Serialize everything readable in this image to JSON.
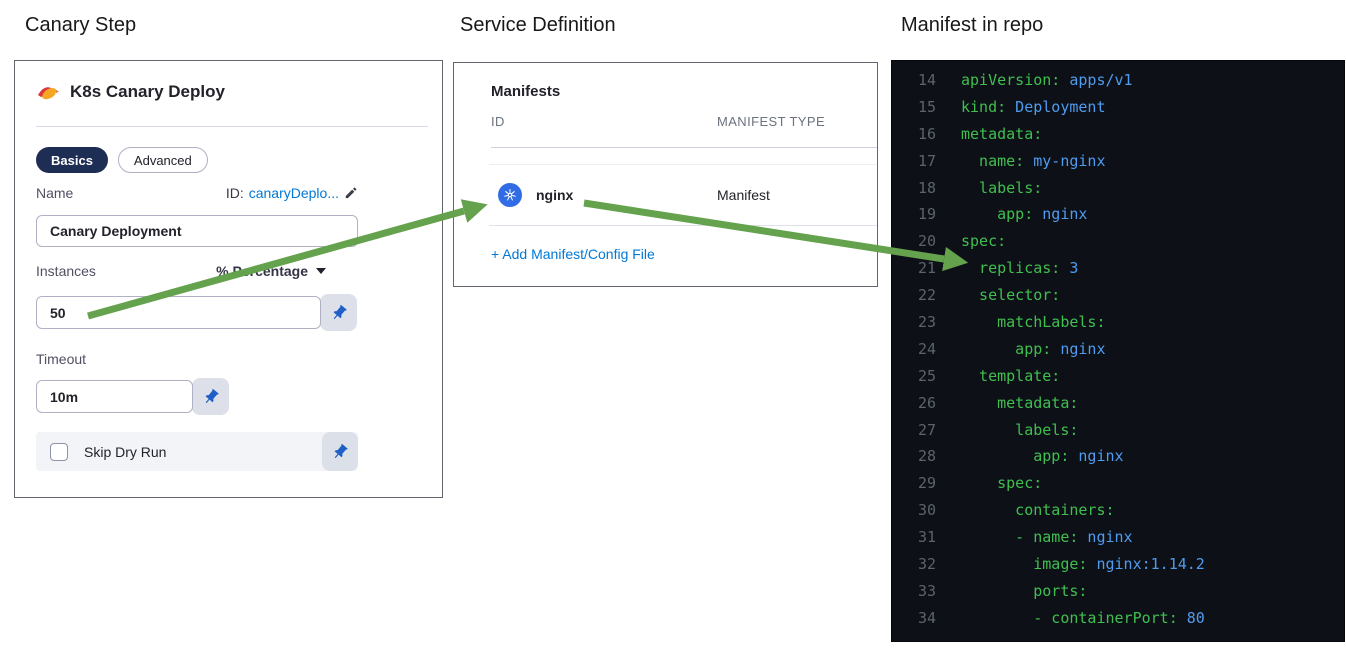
{
  "titles": {
    "canary_step": "Canary Step",
    "service_definition": "Service Definition",
    "manifest_in_repo": "Manifest in repo"
  },
  "canary_panel": {
    "heading": "K8s Canary Deploy",
    "icon": "canary-icon",
    "tabs": [
      {
        "label": "Basics",
        "active": true
      },
      {
        "label": "Advanced",
        "active": false
      }
    ],
    "name": {
      "label": "Name",
      "id_label": "ID:",
      "id_value": "canaryDeplo...",
      "value": "Canary Deployment"
    },
    "instances": {
      "label": "Instances",
      "unit": "% Percentage",
      "value": "50"
    },
    "timeout": {
      "label": "Timeout",
      "value": "10m"
    },
    "skip_dry_run": {
      "label": "Skip Dry Run",
      "checked": false
    }
  },
  "service_panel": {
    "heading": "Manifests",
    "columns": [
      "ID",
      "MANIFEST TYPE"
    ],
    "rows": [
      {
        "id": "nginx",
        "type": "Manifest",
        "icon": "kubernetes-icon"
      }
    ],
    "add_link": "+ Add Manifest/Config File"
  },
  "code_panel": {
    "language": "yaml",
    "lines": [
      {
        "n": 14,
        "c": "apiVersion: apps/v1"
      },
      {
        "n": 15,
        "c": "kind: Deployment"
      },
      {
        "n": 16,
        "c": "metadata:"
      },
      {
        "n": 17,
        "c": "  name: my-nginx"
      },
      {
        "n": 18,
        "c": "  labels:"
      },
      {
        "n": 19,
        "c": "    app: nginx"
      },
      {
        "n": 20,
        "c": "spec:"
      },
      {
        "n": 21,
        "c": "  replicas: 3"
      },
      {
        "n": 22,
        "c": "  selector:"
      },
      {
        "n": 23,
        "c": "    matchLabels:"
      },
      {
        "n": 24,
        "c": "      app: nginx"
      },
      {
        "n": 25,
        "c": "  template:"
      },
      {
        "n": 26,
        "c": "    metadata:"
      },
      {
        "n": 27,
        "c": "      labels:"
      },
      {
        "n": 28,
        "c": "        app: nginx"
      },
      {
        "n": 29,
        "c": "    spec:"
      },
      {
        "n": 30,
        "c": "      containers:"
      },
      {
        "n": 31,
        "c": "      - name: nginx"
      },
      {
        "n": 32,
        "c": "        image: nginx:1.14.2"
      },
      {
        "n": 33,
        "c": "        ports:"
      },
      {
        "n": 34,
        "c": "        - containerPort: 80"
      }
    ]
  },
  "colors": {
    "arrow": "#64a24d",
    "link": "#0278d5",
    "pill_active_bg": "#1e2d53",
    "pin_blue": "#1f5fc6",
    "k8s_blue": "#326ce5",
    "code_bg": "#0d1117",
    "code_key": "#40bf4f",
    "code_value": "#4f9bef",
    "code_line_num": "#5c636d"
  }
}
